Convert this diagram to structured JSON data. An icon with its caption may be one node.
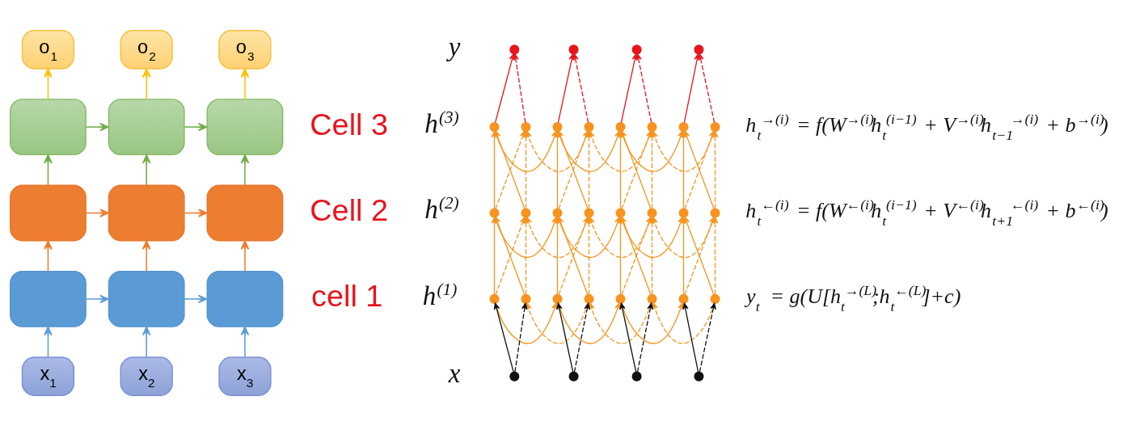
{
  "diagram": {
    "nodes": [
      {
        "text": [
          "o$_{1}$"
        ]
      },
      {
        "text": [
          "o$_{2}$"
        ]
      },
      {
        "text": [
          "o$_{3}$"
        ]
      },
      {
        "text": [],
        "shape": "box"
      },
      {
        "text": [],
        "shape": "box"
      },
      {
        "text": [],
        "shape": "box"
      },
      {
        "text": [],
        "shape": "box"
      },
      {
        "text": [],
        "shape": "box"
      },
      {
        "text": [],
        "shape": "box"
      },
      {
        "text": [],
        "shape": "box"
      },
      {
        "text": [],
        "shape": "box"
      },
      {
        "text": [],
        "shape": "box"
      },
      {
        "text": [
          "x$_{1}$"
        ]
      },
      {
        "text": [
          "x$_{2}$"
        ]
      },
      {
        "text": [
          "x$_{3}$"
        ]
      },
      {
        "text": [],
        "shape": "circle"
      },
      {
        "text": [],
        "shape": "circle"
      },
      {
        "text": [],
        "shape": "circle"
      },
      {
        "text": [],
        "shape": "circle"
      },
      {
        "text": [],
        "shape": "circle"
      },
      {
        "text": [],
        "shape": "circle"
      },
      {
        "text": [],
        "shape": "circle"
      },
      {
        "text": [],
        "shape": "circle"
      },
      {
        "text": [],
        "shape": "circle"
      },
      {
        "text": [],
        "shape": "circle"
      },
      {
        "text": [],
        "shape": "circle"
      },
      {
        "text": [],
        "shape": "circle"
      },
      {
        "text": [],
        "shape": "circle"
      },
      {
        "text": [],
        "shape": "circle"
      },
      {
        "text": [],
        "shape": "circle"
      },
      {
        "text": [],
        "shape": "circle"
      },
      {
        "text": [],
        "shape": "circle"
      },
      {
        "text": [],
        "shape": "circle"
      },
      {
        "text": [],
        "shape": "circle"
      },
      {
        "text": [],
        "shape": "circle"
      },
      {
        "text": [],
        "shape": "circle"
      },
      {
        "text": [],
        "shape": "circle"
      },
      {
        "text": [],
        "shape": "circle"
      },
      {
        "text": [],
        "shape": "circle"
      },
      {
        "text": [],
        "shape": "circle"
      },
      {
        "text": [],
        "shape": "circle"
      },
      {
        "text": [],
        "shape": "circle"
      },
      {
        "text": [],
        "shape": "circle"
      },
      {
        "text": [],
        "shape": "circle"
      },
      {
        "text": [],
        "shape": "circle"
      },
      {
        "text": [],
        "shape": "circle"
      },
      {
        "text": [],
        "shape": "circle"
      }
    ],
    "edges": [
      {
        "from": 12,
        "to": 9,
        "arrow": "to",
        "color": "#5b9bd5"
      },
      {
        "from": 13,
        "to": 10,
        "arrow": "to",
        "color": "#5b9bd5"
      },
      {
        "from": 14,
        "to": 11,
        "arrow": "to",
        "color": "#5b9bd5"
      },
      {
        "from": 9,
        "to": 10,
        "arrow": "to",
        "color": "#5b9bd5"
      },
      {
        "from": 10,
        "to": 11,
        "arrow": "to",
        "color": "#5b9bd5"
      },
      {
        "from": 9,
        "to": 6,
        "arrow": "to",
        "color": "#ed7d31"
      },
      {
        "from": 10,
        "to": 7,
        "arrow": "to",
        "color": "#ed7d31"
      },
      {
        "from": 11,
        "to": 8,
        "arrow": "to",
        "color": "#ed7d31"
      },
      {
        "from": 6,
        "to": 7,
        "arrow": "to",
        "color": "#ed7d31"
      },
      {
        "from": 7,
        "to": 8,
        "arrow": "to",
        "color": "#ed7d31"
      },
      {
        "from": 6,
        "to": 3,
        "arrow": "to",
        "color": "#70ad47"
      },
      {
        "from": 7,
        "to": 4,
        "arrow": "to",
        "color": "#70ad47"
      },
      {
        "from": 8,
        "to": 5,
        "arrow": "to",
        "color": "#70ad47"
      },
      {
        "from": 3,
        "to": 4,
        "arrow": "to",
        "color": "#70ad47"
      },
      {
        "from": 4,
        "to": 5,
        "arrow": "to",
        "color": "#70ad47"
      },
      {
        "from": 3,
        "to": 0,
        "arrow": "to",
        "color": "#ffc000"
      },
      {
        "from": 4,
        "to": 1,
        "arrow": "to",
        "color": "#ffc000"
      },
      {
        "from": 5,
        "to": 2,
        "arrow": "to",
        "color": "#ffc000"
      },
      {
        "from": 43,
        "to": 35,
        "arrow": "to",
        "color": "#111111"
      },
      {
        "from": 43,
        "to": 36,
        "arrow": "to",
        "style": "dashed",
        "color": "#111111"
      },
      {
        "from": 44,
        "to": 37,
        "arrow": "to",
        "color": "#111111"
      },
      {
        "from": 44,
        "to": 38,
        "arrow": "to",
        "style": "dashed",
        "color": "#111111"
      },
      {
        "from": 45,
        "to": 39,
        "arrow": "to",
        "color": "#111111"
      },
      {
        "from": 45,
        "to": 40,
        "arrow": "to",
        "style": "dashed",
        "color": "#111111"
      },
      {
        "from": 46,
        "to": 41,
        "arrow": "to",
        "color": "#111111"
      },
      {
        "from": 46,
        "to": 42,
        "arrow": "to",
        "style": "dashed",
        "color": "#111111"
      },
      {
        "from": 35,
        "to": 37,
        "arrow": "to"
      },
      {
        "from": 37,
        "to": 39,
        "arrow": "to"
      },
      {
        "from": 39,
        "to": 41,
        "arrow": "to"
      },
      {
        "from": 38,
        "to": 36,
        "arrow": "to",
        "style": "dashed"
      },
      {
        "from": 40,
        "to": 38,
        "arrow": "to",
        "style": "dashed"
      },
      {
        "from": 42,
        "to": 40,
        "arrow": "to",
        "style": "dashed"
      },
      {
        "from": 35,
        "to": 27,
        "arrow": "to"
      },
      {
        "from": 36,
        "to": 27,
        "arrow": "to"
      },
      {
        "from": 35,
        "to": 28,
        "arrow": "to",
        "style": "dashed"
      },
      {
        "from": 36,
        "to": 28,
        "arrow": "to",
        "style": "dashed"
      },
      {
        "from": 37,
        "to": 29,
        "arrow": "to"
      },
      {
        "from": 38,
        "to": 29,
        "arrow": "to"
      },
      {
        "from": 37,
        "to": 30,
        "arrow": "to",
        "style": "dashed"
      },
      {
        "from": 38,
        "to": 30,
        "arrow": "to",
        "style": "dashed"
      },
      {
        "from": 39,
        "to": 31,
        "arrow": "to"
      },
      {
        "from": 40,
        "to": 31,
        "arrow": "to"
      },
      {
        "from": 39,
        "to": 32,
        "arrow": "to",
        "style": "dashed"
      },
      {
        "from": 40,
        "to": 32,
        "arrow": "to",
        "style": "dashed"
      },
      {
        "from": 41,
        "to": 33,
        "arrow": "to"
      },
      {
        "from": 42,
        "to": 33,
        "arrow": "to"
      },
      {
        "from": 41,
        "to": 34,
        "arrow": "to",
        "style": "dashed"
      },
      {
        "from": 42,
        "to": 34,
        "arrow": "to",
        "style": "dashed"
      },
      {
        "from": 27,
        "to": 29,
        "arrow": "to"
      },
      {
        "from": 29,
        "to": 31,
        "arrow": "to"
      },
      {
        "from": 31,
        "to": 33,
        "arrow": "to"
      },
      {
        "from": 30,
        "to": 28,
        "arrow": "to",
        "style": "dashed"
      },
      {
        "from": 32,
        "to": 30,
        "arrow": "to",
        "style": "dashed"
      },
      {
        "from": 34,
        "to": 32,
        "arrow": "to",
        "style": "dashed"
      },
      {
        "from": 27,
        "to": 19,
        "arrow": "to"
      },
      {
        "from": 28,
        "to": 19,
        "arrow": "to"
      },
      {
        "from": 27,
        "to": 20,
        "arrow": "to",
        "style": "dashed"
      },
      {
        "from": 28,
        "to": 20,
        "arrow": "to",
        "style": "dashed"
      },
      {
        "from": 29,
        "to": 21,
        "arrow": "to"
      },
      {
        "from": 30,
        "to": 21,
        "arrow": "to"
      },
      {
        "from": 29,
        "to": 22,
        "arrow": "to",
        "style": "dashed"
      },
      {
        "from": 30,
        "to": 22,
        "arrow": "to",
        "style": "dashed"
      },
      {
        "from": 31,
        "to": 23,
        "arrow": "to"
      },
      {
        "from": 32,
        "to": 23,
        "arrow": "to"
      },
      {
        "from": 31,
        "to": 24,
        "arrow": "to",
        "style": "dashed"
      },
      {
        "from": 32,
        "to": 24,
        "arrow": "to",
        "style": "dashed"
      },
      {
        "from": 33,
        "to": 25,
        "arrow": "to"
      },
      {
        "from": 34,
        "to": 25,
        "arrow": "to"
      },
      {
        "from": 33,
        "to": 26,
        "arrow": "to",
        "style": "dashed"
      },
      {
        "from": 34,
        "to": 26,
        "arrow": "to",
        "style": "dashed"
      },
      {
        "from": 19,
        "to": 21,
        "arrow": "to"
      },
      {
        "from": 21,
        "to": 23,
        "arrow": "to"
      },
      {
        "from": 23,
        "to": 25,
        "arrow": "to"
      },
      {
        "from": 22,
        "to": 20,
        "arrow": "to",
        "style": "dashed"
      },
      {
        "from": 24,
        "to": 22,
        "arrow": "to",
        "style": "dashed"
      },
      {
        "from": 26,
        "to": 24,
        "arrow": "to",
        "style": "dashed"
      },
      {
        "from": 19,
        "to": 15,
        "arrow": "to",
        "color": "#e8141d"
      },
      {
        "from": 20,
        "to": 15,
        "arrow": "to",
        "style": "dashed",
        "color": "#e8141d"
      },
      {
        "from": 21,
        "to": 16,
        "arrow": "to",
        "color": "#e8141d"
      },
      {
        "from": 22,
        "to": 16,
        "arrow": "to",
        "style": "dashed",
        "color": "#e8141d"
      },
      {
        "from": 23,
        "to": 17,
        "arrow": "to",
        "color": "#e8141d"
      },
      {
        "from": 24,
        "to": 17,
        "arrow": "to",
        "style": "dashed",
        "color": "#e8141d"
      },
      {
        "from": 25,
        "to": 18,
        "arrow": "to",
        "color": "#e8141d"
      },
      {
        "from": 26,
        "to": 18,
        "arrow": "to",
        "style": "dashed",
        "color": "#e8141d"
      }
    ],
    "labels": [
      "Cell 3",
      "Cell 2",
      "cell 1",
      "y",
      "h$^{(3)}$",
      "h$^{(2)}$",
      "h$^{(1)}$",
      "x",
      "h$_{t}$$^{→(i)}$ = f(W$^{→(i)}$h$_{t}$$^{(i−1)}$ + V$^{→(i)}$h$_{t−1}$$^{→(i)}$ + b$^{→(i)}$)",
      "h$_{t}$$^{←(i)}$ = f(W$^{←(i)}$h$_{t}$$^{(i−1)}$ + V$^{←(i)}$h$_{t+1}$$^{←(i)}$ + b$^{←(i)}$)",
      "y$_{t}$ = g(U[h$_{t}$$^{→(L)}$;h$_{t}$$^{←(L)}$]+c)"
    ]
  }
}
